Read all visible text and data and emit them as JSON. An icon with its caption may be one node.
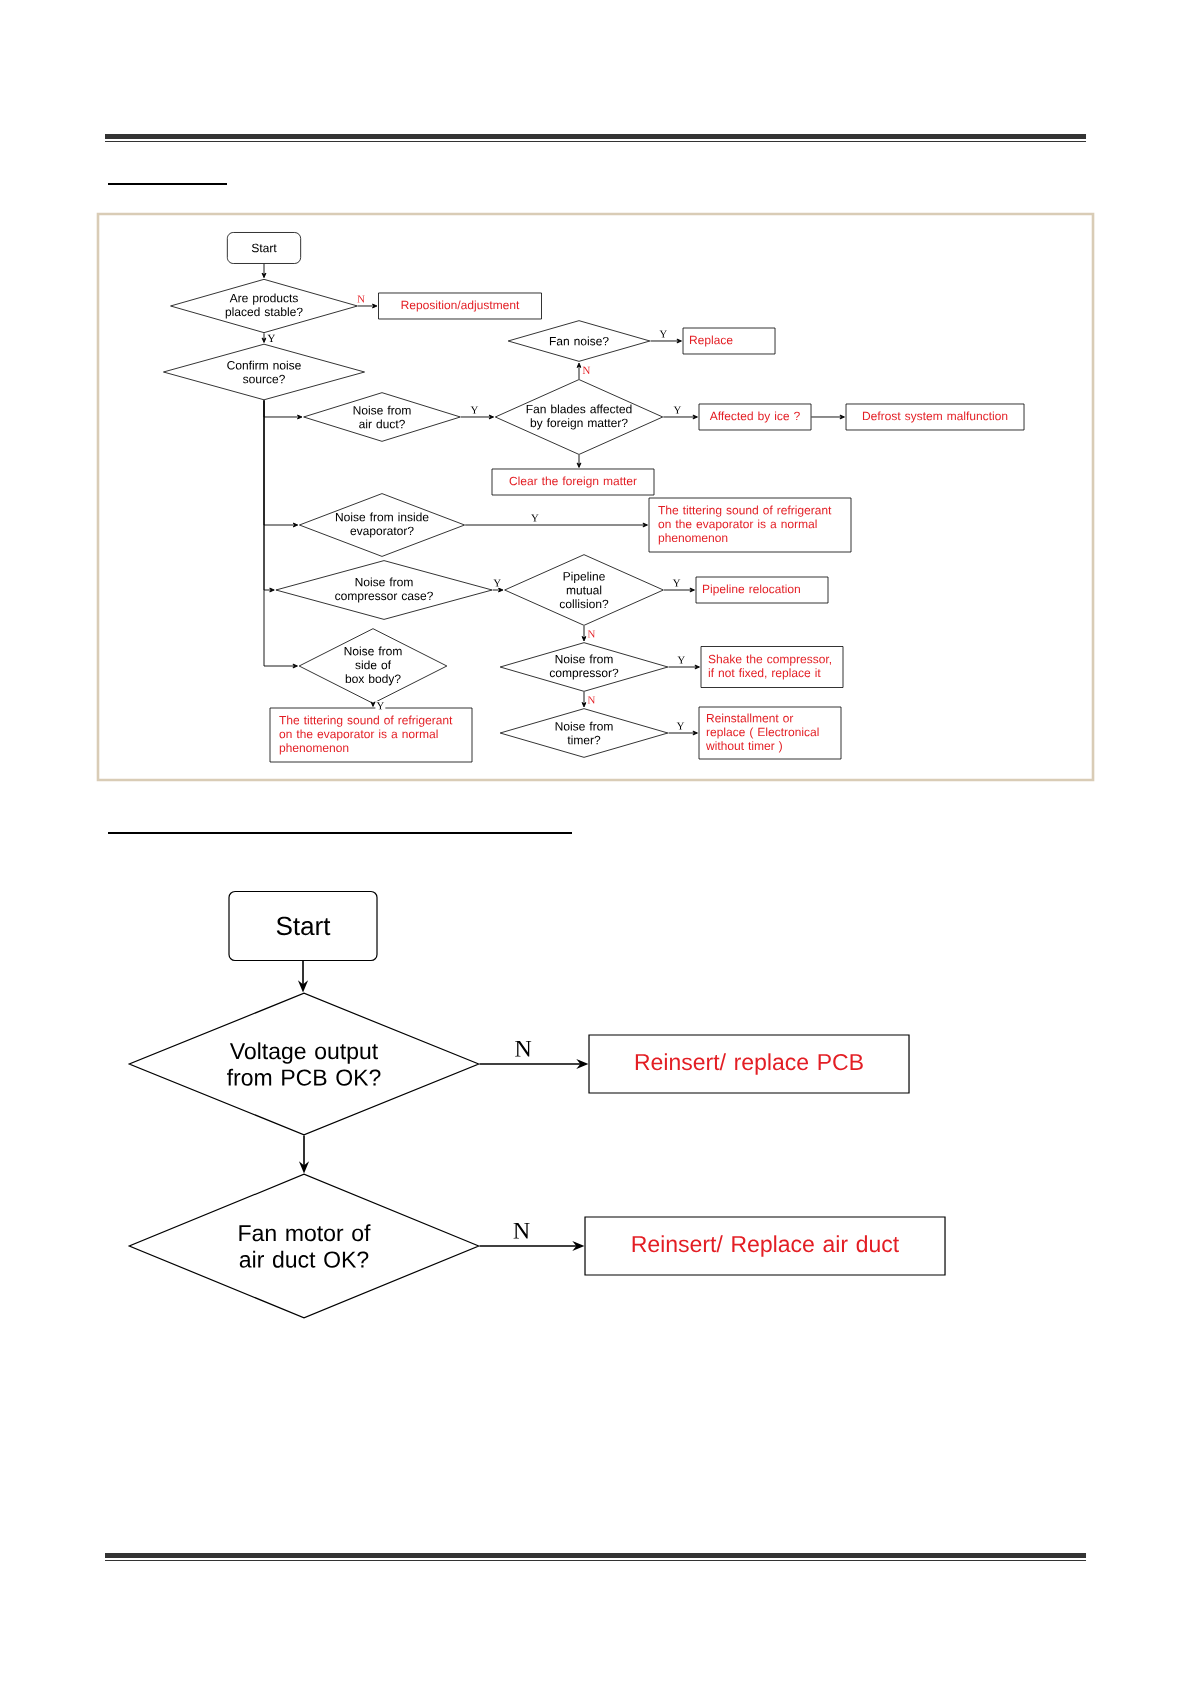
{
  "diagram": {
    "nodes": [
      {
        "text": [
          "Start"
        ]
      },
      {
        "text": [
          "Are products placed stable?"
        ]
      },
      {
        "text": [
          "Reposition/adjustment"
        ]
      },
      {
        "text": [
          "Confirm noise source?"
        ]
      },
      {
        "text": [
          "Fan noise?"
        ]
      },
      {
        "text": [
          "Replace"
        ]
      },
      {
        "text": [
          "Noise from air duct?"
        ]
      },
      {
        "text": [
          "Fan blades affected by foreign matter?"
        ]
      },
      {
        "text": [
          "Affected by ice ?"
        ]
      },
      {
        "text": [
          "Defrost system malfunction"
        ]
      },
      {
        "text": [
          "Clear the foreign matter"
        ]
      },
      {
        "text": [
          "Noise from inside evaporator?"
        ]
      },
      {
        "text": [
          "The tittering sound of refrigerant on the evaporator is a normal phenomenon"
        ]
      },
      {
        "text": [
          "Noise from compressor case?"
        ]
      },
      {
        "text": [
          "Pipeline mutual collision?"
        ]
      },
      {
        "text": [
          "Pipeline relocation"
        ]
      },
      {
        "text": [
          "Noise from side of box body?"
        ]
      },
      {
        "text": [
          "Shake the compressor, if not fixed, replace it"
        ]
      },
      {
        "text": [
          "Noise from compressor?"
        ]
      },
      {
        "text": [
          "The tittering sound of refrigerant on the evaporator is a normal phenomenon"
        ]
      },
      {
        "text": [
          "Noise from timer?"
        ]
      },
      {
        "text": [
          "Reinstallment or replace ( Electronical without timer )"
        ]
      },
      {
        "text": [
          "Start"
        ]
      },
      {
        "text": [
          "Voltage output from PCB OK?"
        ]
      },
      {
        "text": [
          "Reinsert/ replace PCB"
        ]
      },
      {
        "text": [
          "Fan motor of air duct OK?"
        ]
      },
      {
        "text": [
          "Reinsert/ Replace air duct"
        ]
      }
    ],
    "edges": [
      {
        "from": 0,
        "to": 1,
        "arrow": "to"
      },
      {
        "from": 1,
        "to": 2,
        "arrow": "to",
        "label": "N"
      },
      {
        "from": 1,
        "to": 3,
        "arrow": "to",
        "label": "Y"
      },
      {
        "from": 3,
        "to": 6,
        "arrow": "to"
      },
      {
        "from": 3,
        "to": 11,
        "arrow": "to"
      },
      {
        "from": 3,
        "to": 13,
        "arrow": "to"
      },
      {
        "from": 3,
        "to": 16,
        "arrow": "to"
      },
      {
        "from": 6,
        "to": 7,
        "arrow": "to",
        "label": "Y"
      },
      {
        "from": 7,
        "to": 4,
        "arrow": "to",
        "label": "N"
      },
      {
        "from": 4,
        "to": 5,
        "arrow": "to",
        "label": "Y"
      },
      {
        "from": 7,
        "to": 8,
        "arrow": "to",
        "label": "Y"
      },
      {
        "from": 8,
        "to": 9,
        "arrow": "to"
      },
      {
        "from": 7,
        "to": 10,
        "arrow": "to"
      },
      {
        "from": 11,
        "to": 12,
        "arrow": "to",
        "label": "Y"
      },
      {
        "from": 13,
        "to": 14,
        "arrow": "to",
        "label": "Y"
      },
      {
        "from": 14,
        "to": 15,
        "arrow": "to",
        "label": "Y"
      },
      {
        "from": 14,
        "to": 18,
        "arrow": "to",
        "label": "N"
      },
      {
        "from": 18,
        "to": 17,
        "arrow": "to",
        "label": "Y"
      },
      {
        "from": 18,
        "to": 20,
        "arrow": "to",
        "label": "N"
      },
      {
        "from": 20,
        "to": 21,
        "arrow": "to",
        "label": "Y"
      },
      {
        "from": 16,
        "to": 19,
        "arrow": "to",
        "label": "Y"
      },
      {
        "from": 22,
        "to": 23,
        "arrow": "to"
      },
      {
        "from": 23,
        "to": 24,
        "arrow": "to",
        "label": "N"
      },
      {
        "from": 23,
        "to": 25,
        "arrow": "to"
      },
      {
        "from": 25,
        "to": 26,
        "arrow": "to",
        "label": "N"
      }
    ]
  }
}
